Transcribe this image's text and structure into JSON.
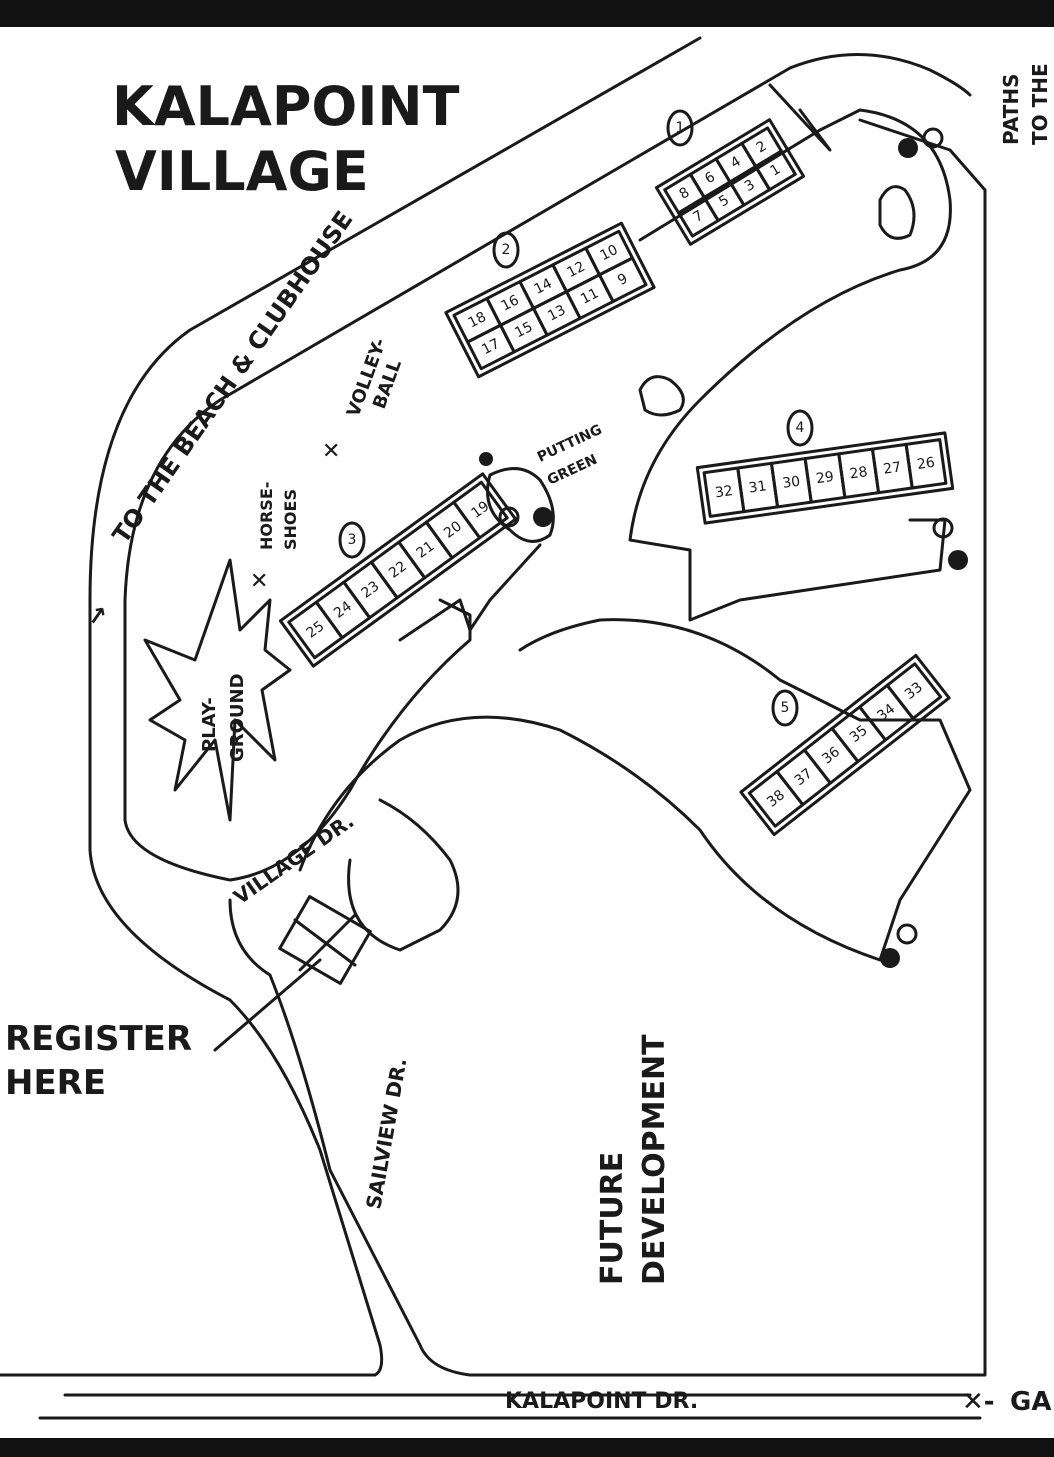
{
  "title": [
    "KALAPOINT",
    "VILLAGE"
  ],
  "labels": {
    "beach_path": "TO THE BEACH & CLUBHOUSE",
    "volleyball": [
      "VOLLEY-",
      "BALL"
    ],
    "horseshoes": [
      "HORSE-",
      "SHOES"
    ],
    "putting_green": [
      "PUTTING",
      "GREEN"
    ],
    "playground": [
      "PLAY-",
      "GROUND"
    ],
    "village_dr": "VILLAGE DR.",
    "sailview_dr": "SAILVIEW DR.",
    "register": [
      "REGISTER",
      "HERE"
    ],
    "future": [
      "FUTURE",
      "DEVELOPMENT"
    ],
    "kalapoint_dr": "KALAPOINT DR.",
    "gate": "GA",
    "paths": [
      "PATHS",
      "TO THE"
    ]
  },
  "buildings": [
    {
      "id": "1",
      "rows": [
        [
          "8",
          "6",
          "4",
          "2"
        ],
        [
          "7",
          "5",
          "3",
          "1"
        ]
      ]
    },
    {
      "id": "2",
      "rows": [
        [
          "18",
          "16",
          "14",
          "12",
          "10"
        ],
        [
          "17",
          "15",
          "13",
          "11",
          "9"
        ]
      ]
    },
    {
      "id": "3",
      "rows": [
        [
          "25",
          "24",
          "23",
          "22",
          "21",
          "20",
          "19"
        ]
      ]
    },
    {
      "id": "4",
      "rows": [
        [
          "32",
          "31",
          "30",
          "29",
          "28",
          "27",
          "26"
        ]
      ]
    },
    {
      "id": "5",
      "rows": [
        [
          "38",
          "37",
          "36",
          "35",
          "34",
          "33"
        ]
      ]
    }
  ]
}
